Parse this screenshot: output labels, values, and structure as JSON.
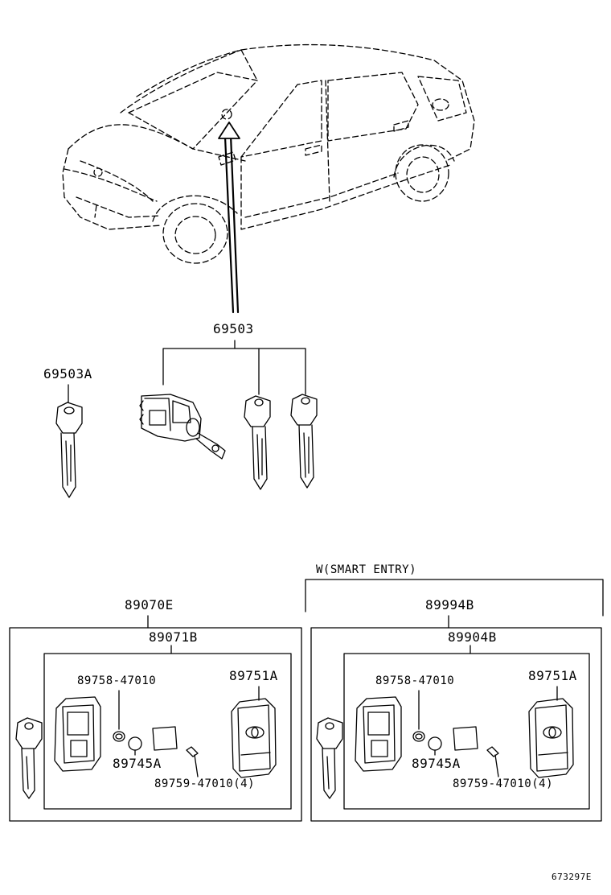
{
  "labels": {
    "lock_set": "69503",
    "key_blank": "69503A",
    "condition": "W(SMART ENTRY)",
    "left_group": {
      "assembly": "89070E",
      "subassembly": "89071B",
      "ring": "89758-47010",
      "battery": "89745A",
      "screw": "89759-47010(4)",
      "transmitter": "89751A"
    },
    "right_group": {
      "assembly": "89994B",
      "subassembly": "89904B",
      "ring": "89758-47010",
      "battery": "89745A",
      "screw": "89759-47010(4)",
      "transmitter": "89751A"
    },
    "figure_id": "673297E"
  }
}
